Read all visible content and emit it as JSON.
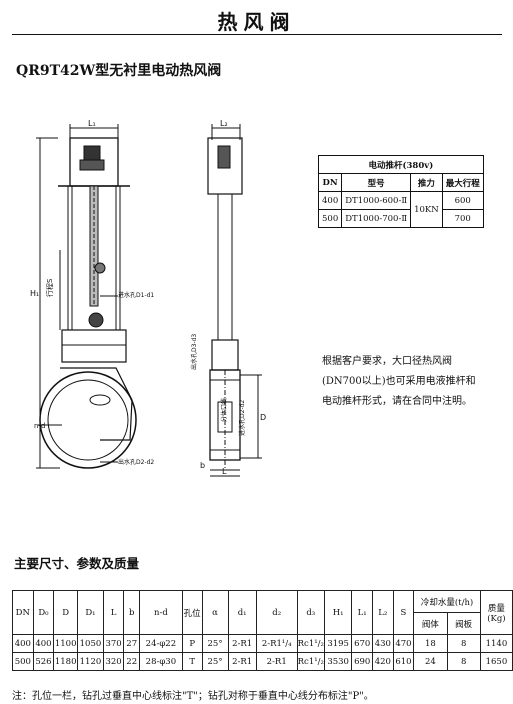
{
  "page": {
    "title": "热风阀",
    "subtitle": "QR9T42W型无衬里电动热风阀"
  },
  "drawing": {
    "labels": {
      "L1": "L₁",
      "L2": "L₂",
      "H1": "H₁",
      "stroke": "行程S",
      "nd": "n-d",
      "D": "D",
      "b": "b",
      "L": "L",
      "port_d1": "进水孔D1-d1",
      "port_d2": "出水孔D2-d2",
      "port_d3": "出水孔D3-d3",
      "port_side": "进水孔D2-d2",
      "split_line": "分体口线"
    }
  },
  "motor_table": {
    "title": "电动推杆(380v)",
    "headers": [
      "DN",
      "型号",
      "推力",
      "最大行程"
    ],
    "rows": [
      [
        "400",
        "DT1000-600-Ⅱ",
        "10KN",
        "600"
      ],
      [
        "500",
        "DT1000-700-Ⅱ",
        "",
        "700"
      ]
    ]
  },
  "note": {
    "lines": [
      "根据客户要求，大口径热风阀",
      "(DN700以上)也可采用电液推杆和",
      "电动推杆形式，请在合同中注明。"
    ]
  },
  "spec": {
    "title": "主要尺寸、参数及质量",
    "headers": [
      "DN",
      "D₀",
      "D",
      "D₁",
      "L",
      "b",
      "n-d",
      "孔位",
      "α",
      "d₁",
      "d₂",
      "d₃",
      "H₁",
      "L₁",
      "L₂",
      "S",
      "冷却水量(t/h)",
      "质量(Kg)"
    ],
    "sub_headers": [
      "阀体",
      "阀板"
    ],
    "weight_line1": "质量",
    "weight_line2": "(Kg)",
    "rows": [
      [
        "400",
        "400",
        "1100",
        "1050",
        "370",
        "27",
        "24-φ22",
        "P",
        "25°",
        "2-R1",
        "2-R1¹/₄",
        "Rc1¹/₂",
        "3195",
        "670",
        "430",
        "470",
        "18",
        "8",
        "1140"
      ],
      [
        "500",
        "526",
        "1180",
        "1120",
        "320",
        "22",
        "28-φ30",
        "T",
        "25°",
        "2-R1",
        "2-R1",
        "Rc1¹/₂",
        "3530",
        "690",
        "420",
        "610",
        "24",
        "8",
        "1650"
      ]
    ]
  },
  "footnote": "注：孔位一栏，钻孔过垂直中心线标注\"T\"；钻孔对称于垂直中心线分布标注\"P\"。"
}
